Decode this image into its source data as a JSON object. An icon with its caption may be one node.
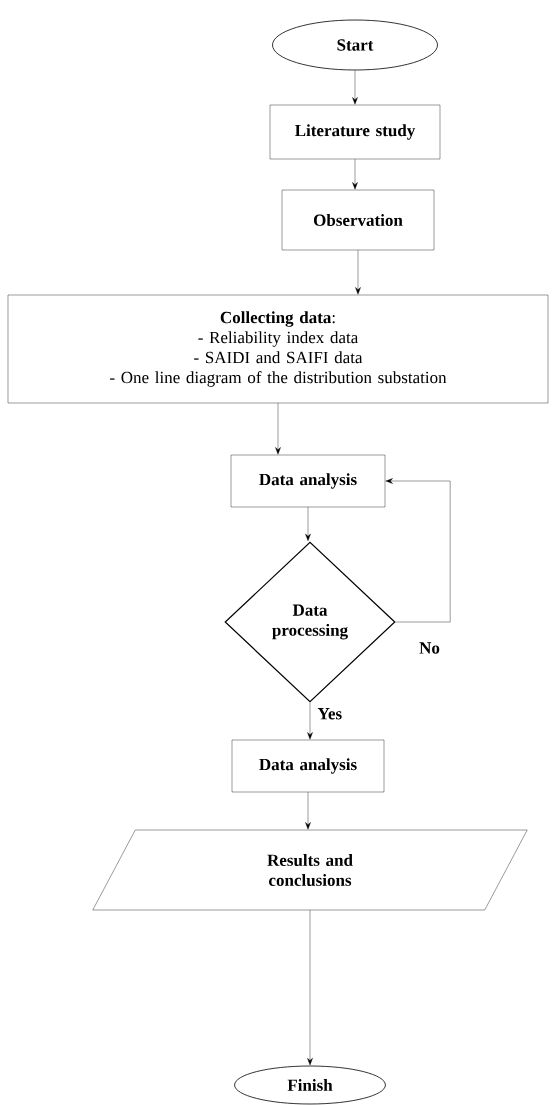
{
  "diagram": {
    "nodes": [
      {
        "text": [
          "Start"
        ]
      },
      {
        "text": [
          "Literature study"
        ]
      },
      {
        "text": [
          "Observation"
        ]
      },
      {
        "text": [
          "**Collecting data**:",
          "- Reliability index data",
          "- SAIDI and SAIFI data",
          "- One line diagram of the distribution substation"
        ]
      },
      {
        "text": [
          "Data analysis"
        ]
      },
      {
        "text": [
          "Data processing"
        ]
      },
      {
        "text": [
          "Data analysis"
        ]
      },
      {
        "text": [
          "Results and conclusions"
        ]
      },
      {
        "text": [
          "Finish"
        ]
      }
    ],
    "edges": [
      {
        "from": 0,
        "to": 1,
        "arrow": "to"
      },
      {
        "from": 1,
        "to": 2,
        "arrow": "to"
      },
      {
        "from": 2,
        "to": 3,
        "arrow": "to"
      },
      {
        "from": 3,
        "to": 4,
        "arrow": "to"
      },
      {
        "from": 4,
        "to": 5,
        "arrow": "to"
      },
      {
        "from": 5,
        "to": 4,
        "arrow": "to",
        "label": "No"
      },
      {
        "from": 5,
        "to": 6,
        "arrow": "to",
        "label": "Yes"
      },
      {
        "from": 6,
        "to": 7,
        "arrow": "to"
      },
      {
        "from": 7,
        "to": 8,
        "arrow": "to"
      }
    ]
  }
}
